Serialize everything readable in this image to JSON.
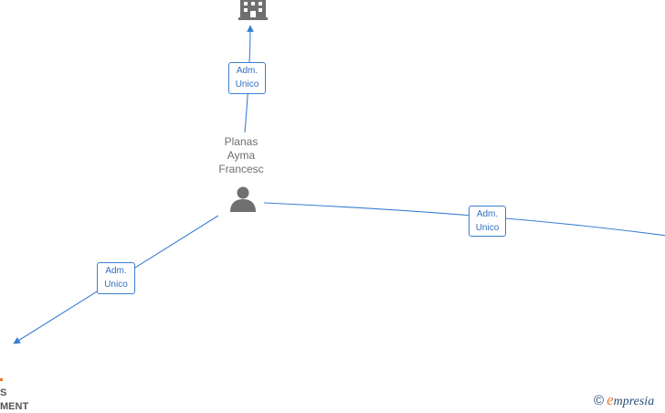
{
  "diagram": {
    "person": {
      "name_lines": [
        "Planas",
        "Ayma",
        "Francesc"
      ],
      "icon": "person-icon"
    },
    "top_node": {
      "icon": "building-icon"
    },
    "relations": {
      "top": {
        "line1": "Adm.",
        "line2": "Unico"
      },
      "right": {
        "line1": "Adm.",
        "line2": "Unico"
      },
      "left": {
        "line1": "Adm.",
        "line2": "Unico"
      }
    },
    "bottom_left_company": {
      "label_line1": "S",
      "label_line2": "MENT"
    },
    "colors": {
      "edge": "#3a7fd0",
      "node_icon": "#6f6f6f",
      "accent": "#e8762c"
    }
  },
  "watermark": {
    "copyright_symbol": "©",
    "brand_initial": "e",
    "brand_rest": "mpresia"
  }
}
